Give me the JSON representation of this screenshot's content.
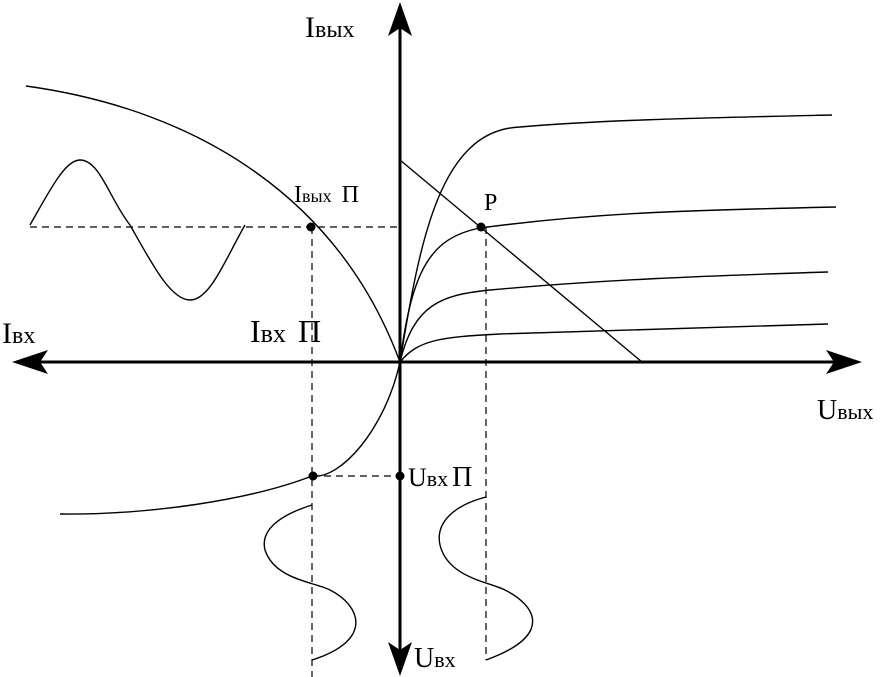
{
  "labels": {
    "i_out_main": "I",
    "i_out_sub": "вых",
    "i_in_main": "I",
    "i_in_sub": "вх",
    "u_out_main": "U",
    "u_out_sub": "вых",
    "u_in_main": "U",
    "u_in_sub": "вх",
    "i_out_q_main": "I",
    "i_out_q_sub": "вых",
    "i_out_q_suffix": "П",
    "i_in_q_main": "I",
    "i_in_q_sub": "вх",
    "i_in_q_suffix": "П",
    "u_in_q_main": "U",
    "u_in_q_sub": "вх",
    "u_in_q_suffix": "П",
    "operating_point": "P"
  }
}
